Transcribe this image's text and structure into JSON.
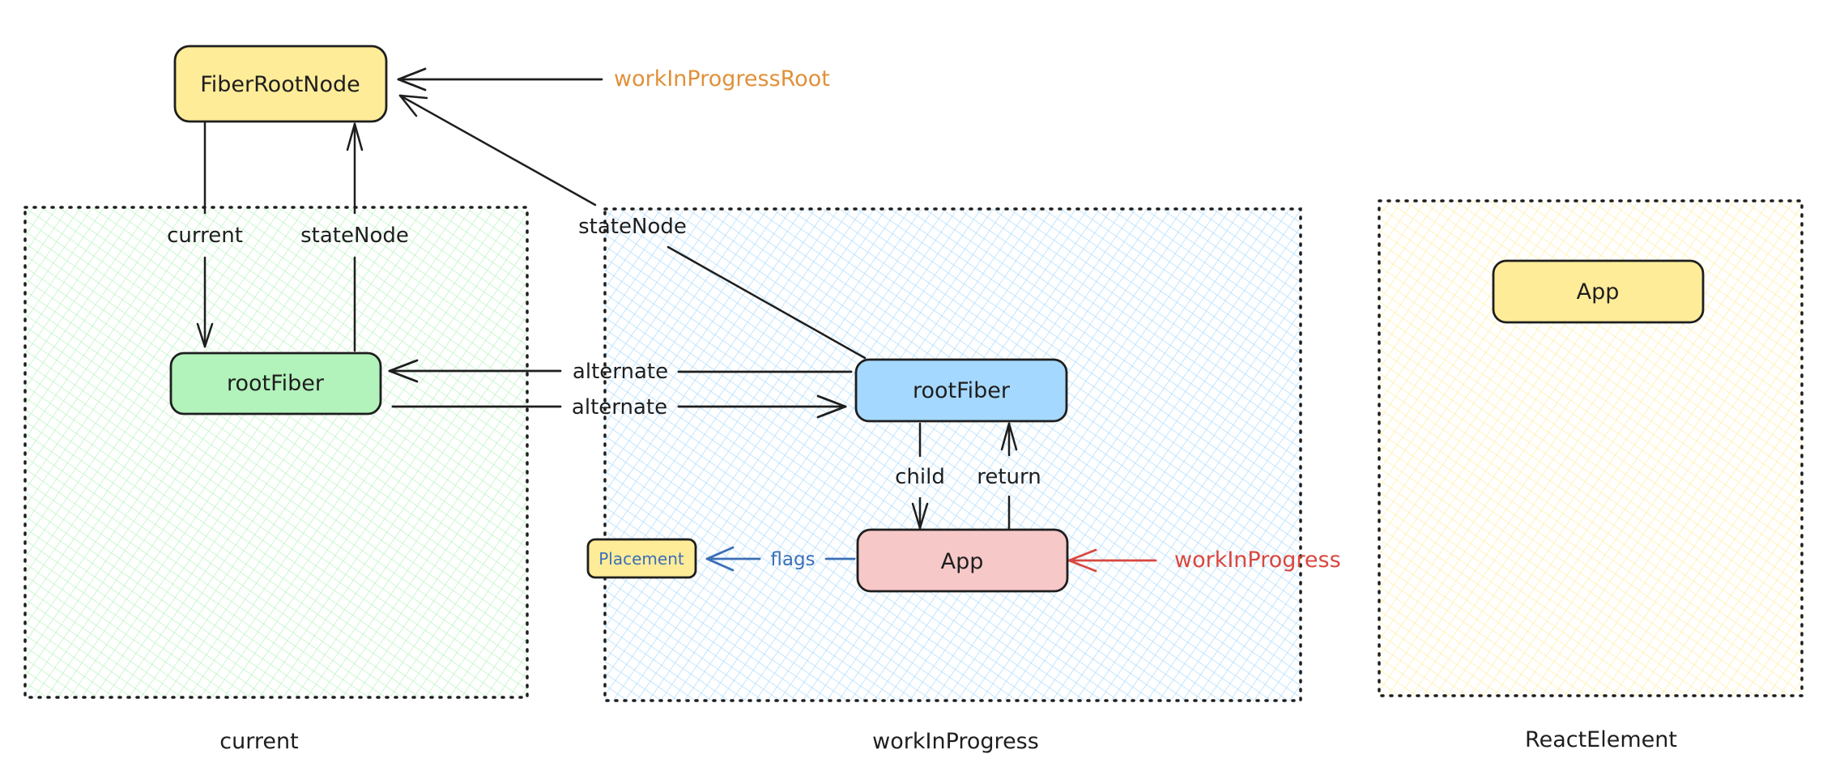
{
  "groups": {
    "current": {
      "label": "current",
      "hatch_color": "#b2f2bb"
    },
    "work_in_progress": {
      "label": "workInProgress",
      "hatch_color": "#a5d8ff"
    },
    "react_element": {
      "label": "ReactElement",
      "hatch_color": "#ffec99"
    }
  },
  "nodes": {
    "fiber_root_node": {
      "label": "FiberRootNode",
      "fill": "#ffec99"
    },
    "current_root_fiber": {
      "label": "rootFiber",
      "fill": "#b2f2bb"
    },
    "wip_root_fiber": {
      "label": "rootFiber",
      "fill": "#a5d8ff"
    },
    "wip_app": {
      "label": "App",
      "fill": "#f7c8c8"
    },
    "react_app": {
      "label": "App",
      "fill": "#ffec99"
    },
    "placement": {
      "label": "Placement",
      "fill": "#ffec99",
      "text_color": "#3b6fb6"
    }
  },
  "edges": {
    "current": "current",
    "state_node_left": "stateNode",
    "state_node_wip": "stateNode",
    "alternate_top": "alternate",
    "alternate_bottom": "alternate",
    "child": "child",
    "return": "return",
    "flags": "flags"
  },
  "pointers": {
    "work_in_progress_root": {
      "label": "workInProgressRoot",
      "color": "#e0913a"
    },
    "work_in_progress": {
      "label": "workInProgress",
      "color": "#d9473f"
    }
  },
  "colors": {
    "stroke": "#1e1e1e",
    "flags": "#3b6fb6"
  }
}
